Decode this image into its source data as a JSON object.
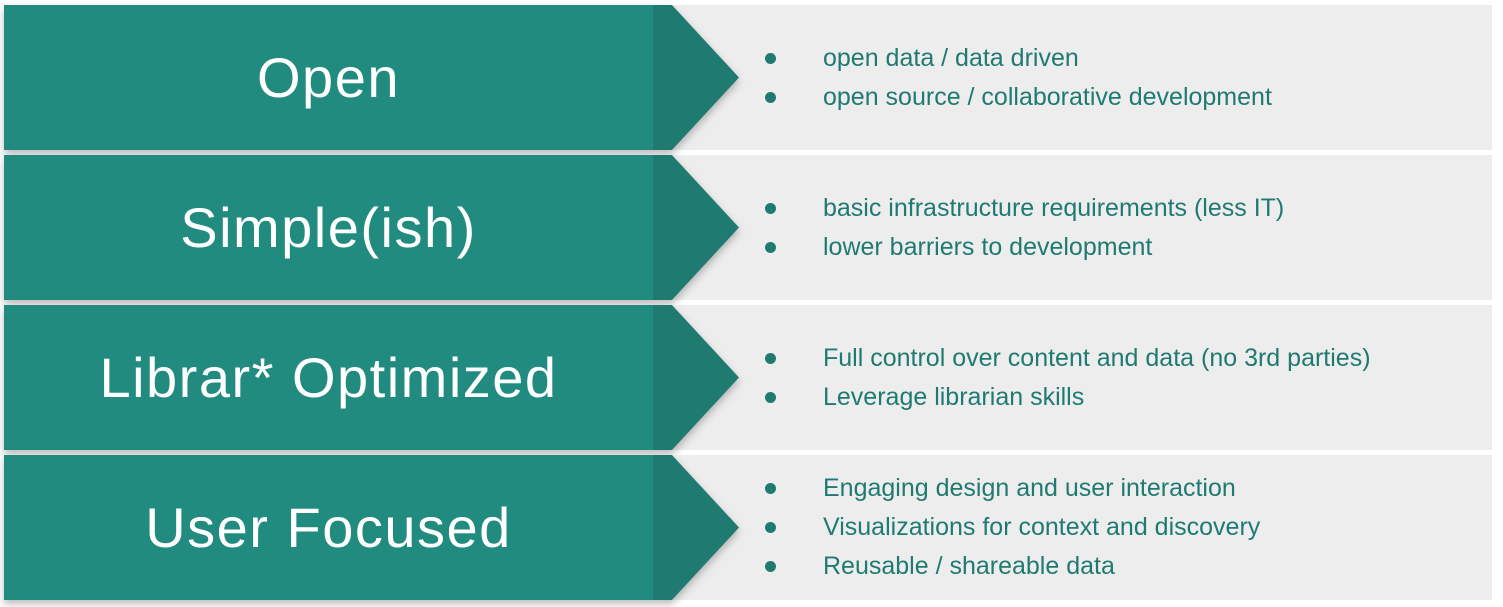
{
  "theme": {
    "banner_color": "#218b80",
    "banner_arrow_color": "#1f7a70",
    "banner_text_color": "#ffffff",
    "row_bg": "#ededed",
    "text_color": "#1f7a71"
  },
  "rows": [
    {
      "title": "Open",
      "bullets": [
        "open data / data driven",
        "open source / collaborative development"
      ]
    },
    {
      "title": "Simple(ish)",
      "bullets": [
        "basic infrastructure requirements (less IT)",
        "lower barriers to development"
      ]
    },
    {
      "title": "Librar* Optimized",
      "bullets": [
        "Full control over content and data (no 3rd parties)",
        "Leverage librarian skills"
      ]
    },
    {
      "title": "User Focused",
      "bullets": [
        "Engaging design and user interaction",
        "Visualizations for context and discovery",
        "Reusable / shareable data"
      ]
    }
  ]
}
